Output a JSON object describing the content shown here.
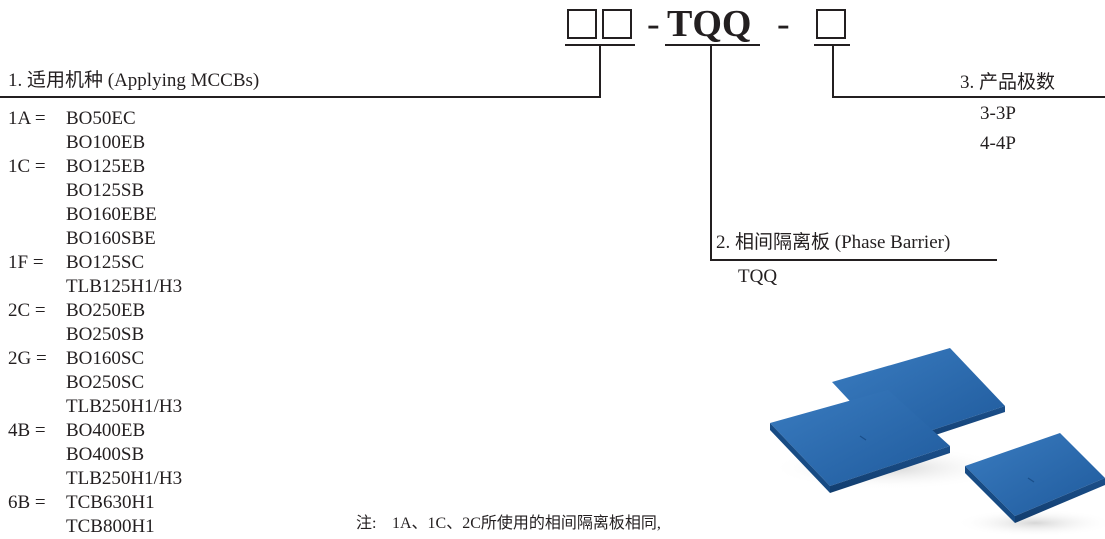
{
  "header": {
    "code_middle": "TQQ",
    "dash": "-"
  },
  "section1": {
    "title": "1. 适用机种 (Applying MCCBs)",
    "groups": [
      {
        "code": "1A =",
        "models": [
          "BO50EC",
          "BO100EB"
        ]
      },
      {
        "code": "1C =",
        "models": [
          "BO125EB",
          "BO125SB",
          "BO160EBE",
          "BO160SBE"
        ]
      },
      {
        "code": "1F =",
        "models": [
          "BO125SC",
          "TLB125H1/H3"
        ]
      },
      {
        "code": "2C =",
        "models": [
          "BO250EB",
          "BO250SB"
        ]
      },
      {
        "code": "2G =",
        "models": [
          "BO160SC",
          "BO250SC",
          "TLB250H1/H3"
        ]
      },
      {
        "code": "4B =",
        "models": [
          "BO400EB",
          "BO400SB",
          "TLB250H1/H3"
        ]
      },
      {
        "code": "6B =",
        "models": [
          "TCB630H1",
          "TCB800H1"
        ]
      }
    ]
  },
  "section2": {
    "title": "2. 相间隔离板 (Phase Barrier)",
    "value": "TQQ"
  },
  "section3": {
    "title": "3. 产品极数",
    "values": [
      "3-3P",
      "4-4P"
    ]
  },
  "note": {
    "label": "注:",
    "text": "1A、1C、2C所使用的相间隔离板相同,"
  },
  "colors": {
    "text": "#231f20",
    "barrier_blue": "#2a66a8"
  }
}
